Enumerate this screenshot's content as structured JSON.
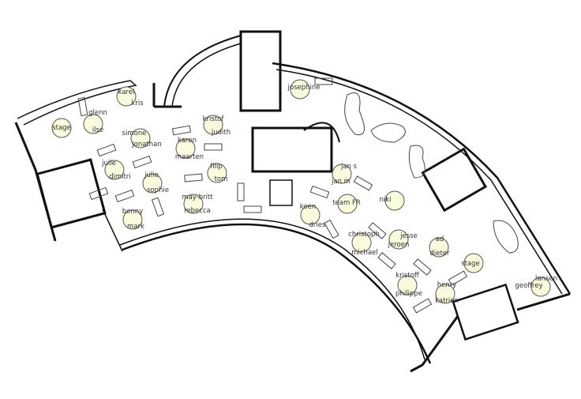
{
  "labels": [
    "karel",
    "kris",
    "glenn",
    "ilse",
    "stage",
    "simone",
    "jonathan",
    "karen",
    "maarten",
    "kristof",
    "judith",
    "julie",
    "dimitri",
    "julie",
    "sophie",
    "filip",
    "tom",
    "may-britt",
    "rebecca",
    "benny",
    "mark",
    "josephine",
    "jan s",
    "jan m",
    "team FR",
    "niki",
    "koen",
    "dries",
    "christoph",
    "michael",
    "jesse",
    "jeroen",
    "ad",
    "dieter",
    "stage",
    "kristoff",
    "philippe",
    "henry",
    "katrien",
    "lansen",
    "geoffrey"
  ],
  "colors": {
    "wall": "#111111",
    "table_fill": "#fafadc",
    "text": "#333333"
  }
}
